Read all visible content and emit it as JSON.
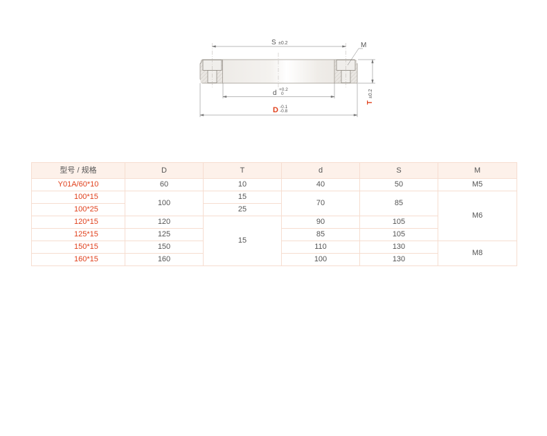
{
  "drawing": {
    "label_S": "S",
    "tol_S": "±0.2",
    "label_M": "M",
    "label_d": "d",
    "tol_d_upper": "+0.2",
    "tol_d_lower": "0",
    "label_D": "D",
    "tol_D_upper": "-0.1",
    "tol_D_lower": "-0.8",
    "label_T": "T",
    "tol_T": "±0.2",
    "accent_color": "#e0401c"
  },
  "table": {
    "headers": [
      "型号 / 规格",
      "D",
      "T",
      "d",
      "S",
      "M"
    ],
    "rows": [
      {
        "model": "Y01A/60*10",
        "D": "60",
        "T": "10",
        "d": "40",
        "S": "50",
        "M": "M5"
      },
      {
        "model": "100*15",
        "D": "100",
        "T": "15",
        "d": "70",
        "S": "85",
        "M": "M6"
      },
      {
        "model": "100*25",
        "D": "100",
        "T": "25",
        "d": "70",
        "S": "85",
        "M": "M6"
      },
      {
        "model": "120*15",
        "D": "120",
        "T": "15",
        "d": "90",
        "S": "105",
        "M": "M6"
      },
      {
        "model": "125*15",
        "D": "125",
        "T": "15",
        "d": "85",
        "S": "105",
        "M": "M6"
      },
      {
        "model": "150*15",
        "D": "150",
        "T": "15",
        "d": "110",
        "S": "130",
        "M": "M8"
      },
      {
        "model": "160*15",
        "D": "160",
        "T": "15",
        "d": "100",
        "S": "130",
        "M": "M8"
      }
    ]
  }
}
